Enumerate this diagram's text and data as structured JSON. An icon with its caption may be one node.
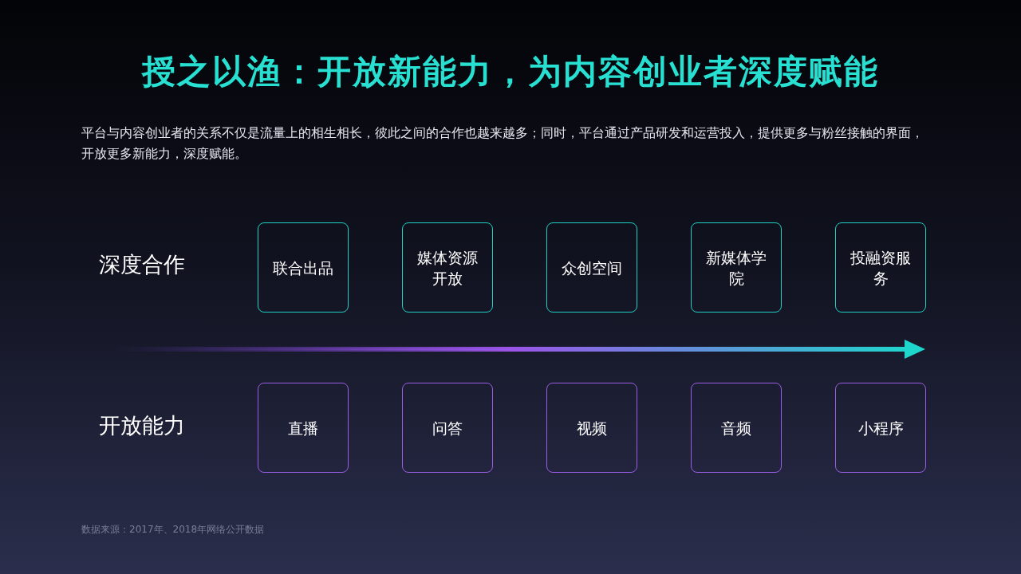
{
  "diagram": {
    "title": "授之以渔：开放新能力，为内容创业者深度赋能",
    "nodes": [
      {
        "text": [
          "联合出品"
        ]
      },
      {
        "text": [
          "媒体资源开放"
        ]
      },
      {
        "text": [
          "众创空间"
        ]
      },
      {
        "text": [
          "新媒体学院"
        ]
      },
      {
        "text": [
          "投融资服务"
        ]
      },
      {
        "text": [
          "直播"
        ]
      },
      {
        "text": [
          "问答"
        ]
      },
      {
        "text": [
          "视频"
        ]
      },
      {
        "text": [
          "音频"
        ]
      },
      {
        "text": [
          "小程序"
        ]
      }
    ],
    "edges": [],
    "labels": [
      "平台与内容创业者的关系不仅是流量上的相生相长，彼此之间的合作也越来越多；同时，平台通过产品研发和运营投入，提供更多与粉丝接触的界面，开放更多新能力，深度赋能。",
      "深度合作",
      "开放能力",
      "数据来源：2017年、2018年网络公开数据"
    ]
  }
}
